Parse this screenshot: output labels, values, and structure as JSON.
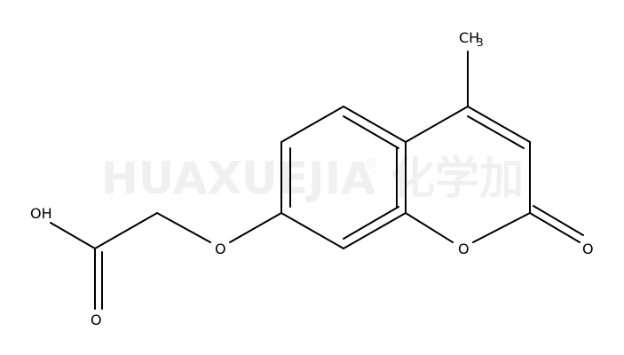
{
  "watermark": {
    "latin": "HUAXUEJIA",
    "registered": "®",
    "cjk": "化学加"
  },
  "atoms": {
    "methyl": "CH",
    "methyl_subscript": "3",
    "ring_oxygen": "O",
    "carbonyl_oxygen": "O",
    "ether_oxygen": "O",
    "acid_hydroxyl": "OH",
    "acid_carbonyl_oxygen": "O"
  },
  "colors": {
    "bond": "#000000",
    "label": "#000000",
    "watermark": "#f0f0f0"
  }
}
